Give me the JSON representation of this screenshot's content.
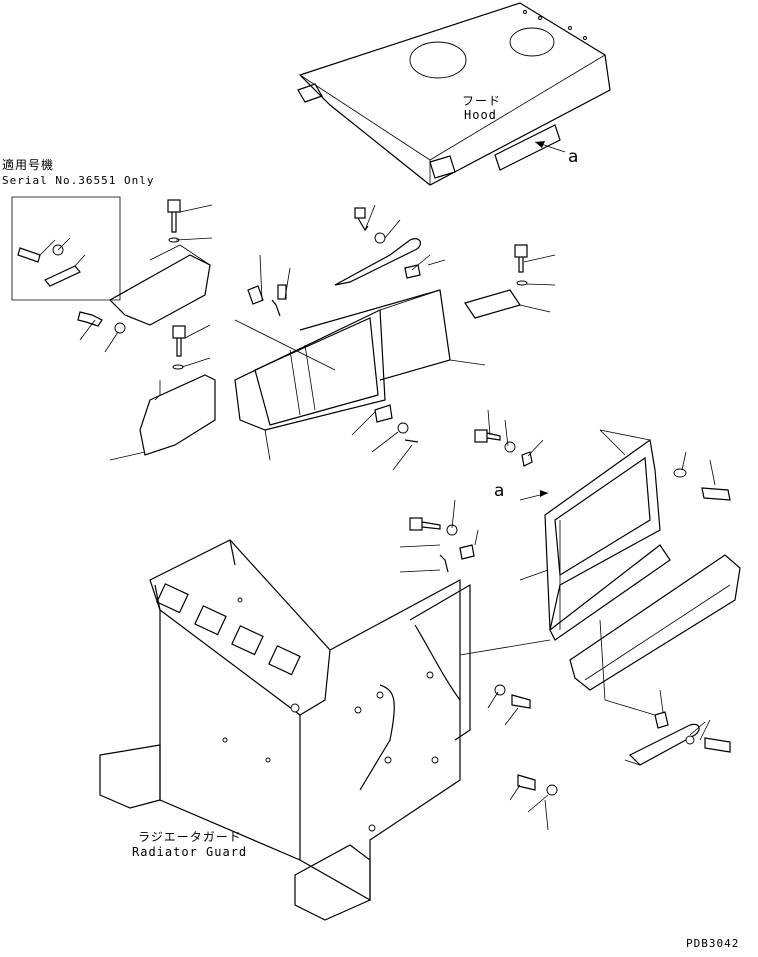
{
  "labels": {
    "hood_jp": "フード",
    "hood_en": "Hood",
    "serial_jp": "適用号機",
    "serial_en": "Serial No.36551 Only",
    "arrow_a_top": "a",
    "arrow_a_mid": "a",
    "guard_jp": "ラジエータガード",
    "guard_en": "Radiator Guard",
    "drawing_code": "PDB3042"
  }
}
